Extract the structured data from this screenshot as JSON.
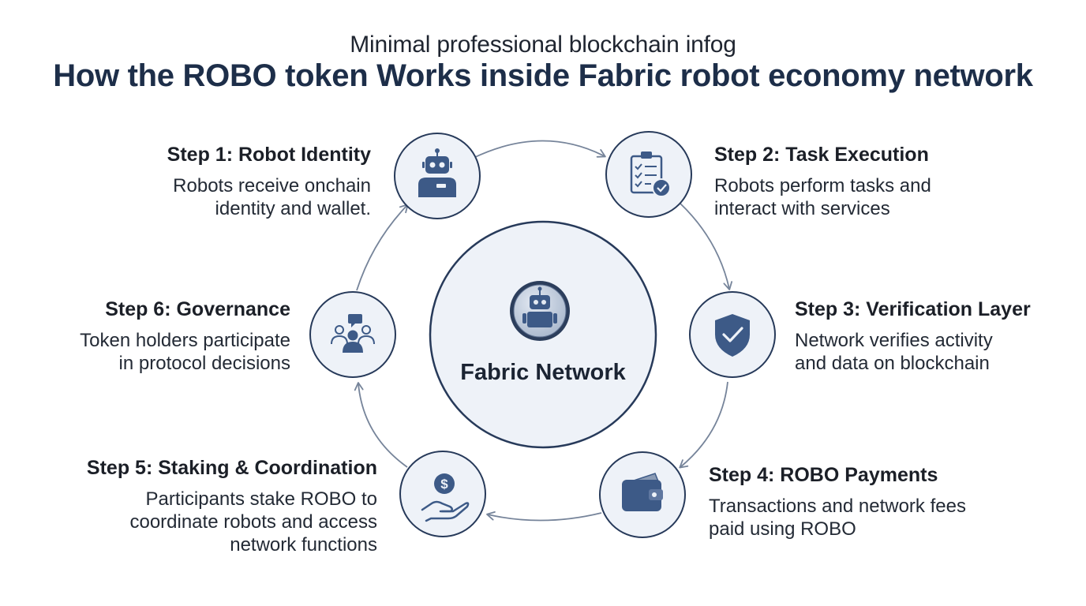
{
  "header": {
    "subtitle": "Minimal professional blockchain infog",
    "title": "How the ROBO token Works inside Fabric robot economy network"
  },
  "center": {
    "label": "Fabric Network",
    "icon": "robot-icon"
  },
  "steps": [
    {
      "title": "Step 1: Robot Identity",
      "desc_lines": [
        "Robots receive onchain",
        "identity and wallet."
      ],
      "icon": "robot-icon"
    },
    {
      "title": "Step 2: Task Execution",
      "desc_lines": [
        "Robots perform tasks and",
        "interact with services"
      ],
      "icon": "checklist-icon"
    },
    {
      "title": "Step 3: Verification Layer",
      "desc_lines": [
        "Network verifies activity",
        "and data on blockchain"
      ],
      "icon": "shield-check-icon"
    },
    {
      "title": "Step 4: ROBO Payments",
      "desc_lines": [
        "Transactions and network fees",
        "paid using ROBO"
      ],
      "icon": "wallet-icon"
    },
    {
      "title": "Step 5: Staking & Coordination",
      "desc_lines": [
        "Participants stake ROBO to",
        "coordinate robots and access",
        "network functions"
      ],
      "icon": "coin-hand-icon"
    },
    {
      "title": "Step 6: Governance",
      "desc_lines": [
        "Token holders participate",
        "in protocol decisions"
      ],
      "icon": "people-chat-icon"
    }
  ],
  "colors": {
    "icon": "#3d5a87",
    "circle_fill": "#eef2f8",
    "circle_stroke": "#273a5a",
    "arrow": "#76849a"
  }
}
